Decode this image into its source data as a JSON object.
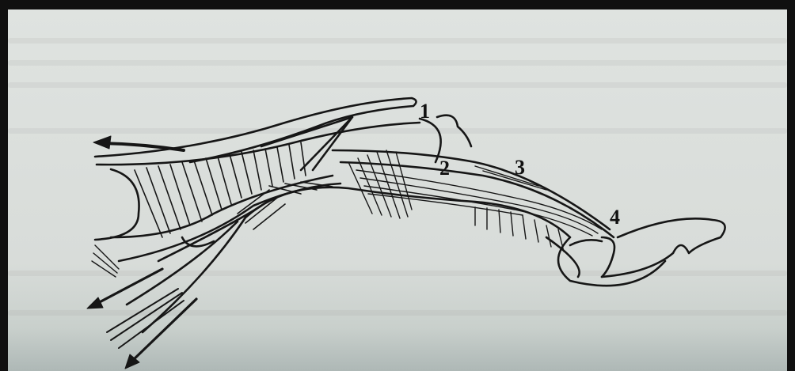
{
  "labels": {
    "one": "1",
    "two": "2",
    "three": "3",
    "four": "4"
  },
  "colors": {
    "ink": "#161616",
    "paper": "#dcdfdc",
    "frame": "#101010"
  }
}
